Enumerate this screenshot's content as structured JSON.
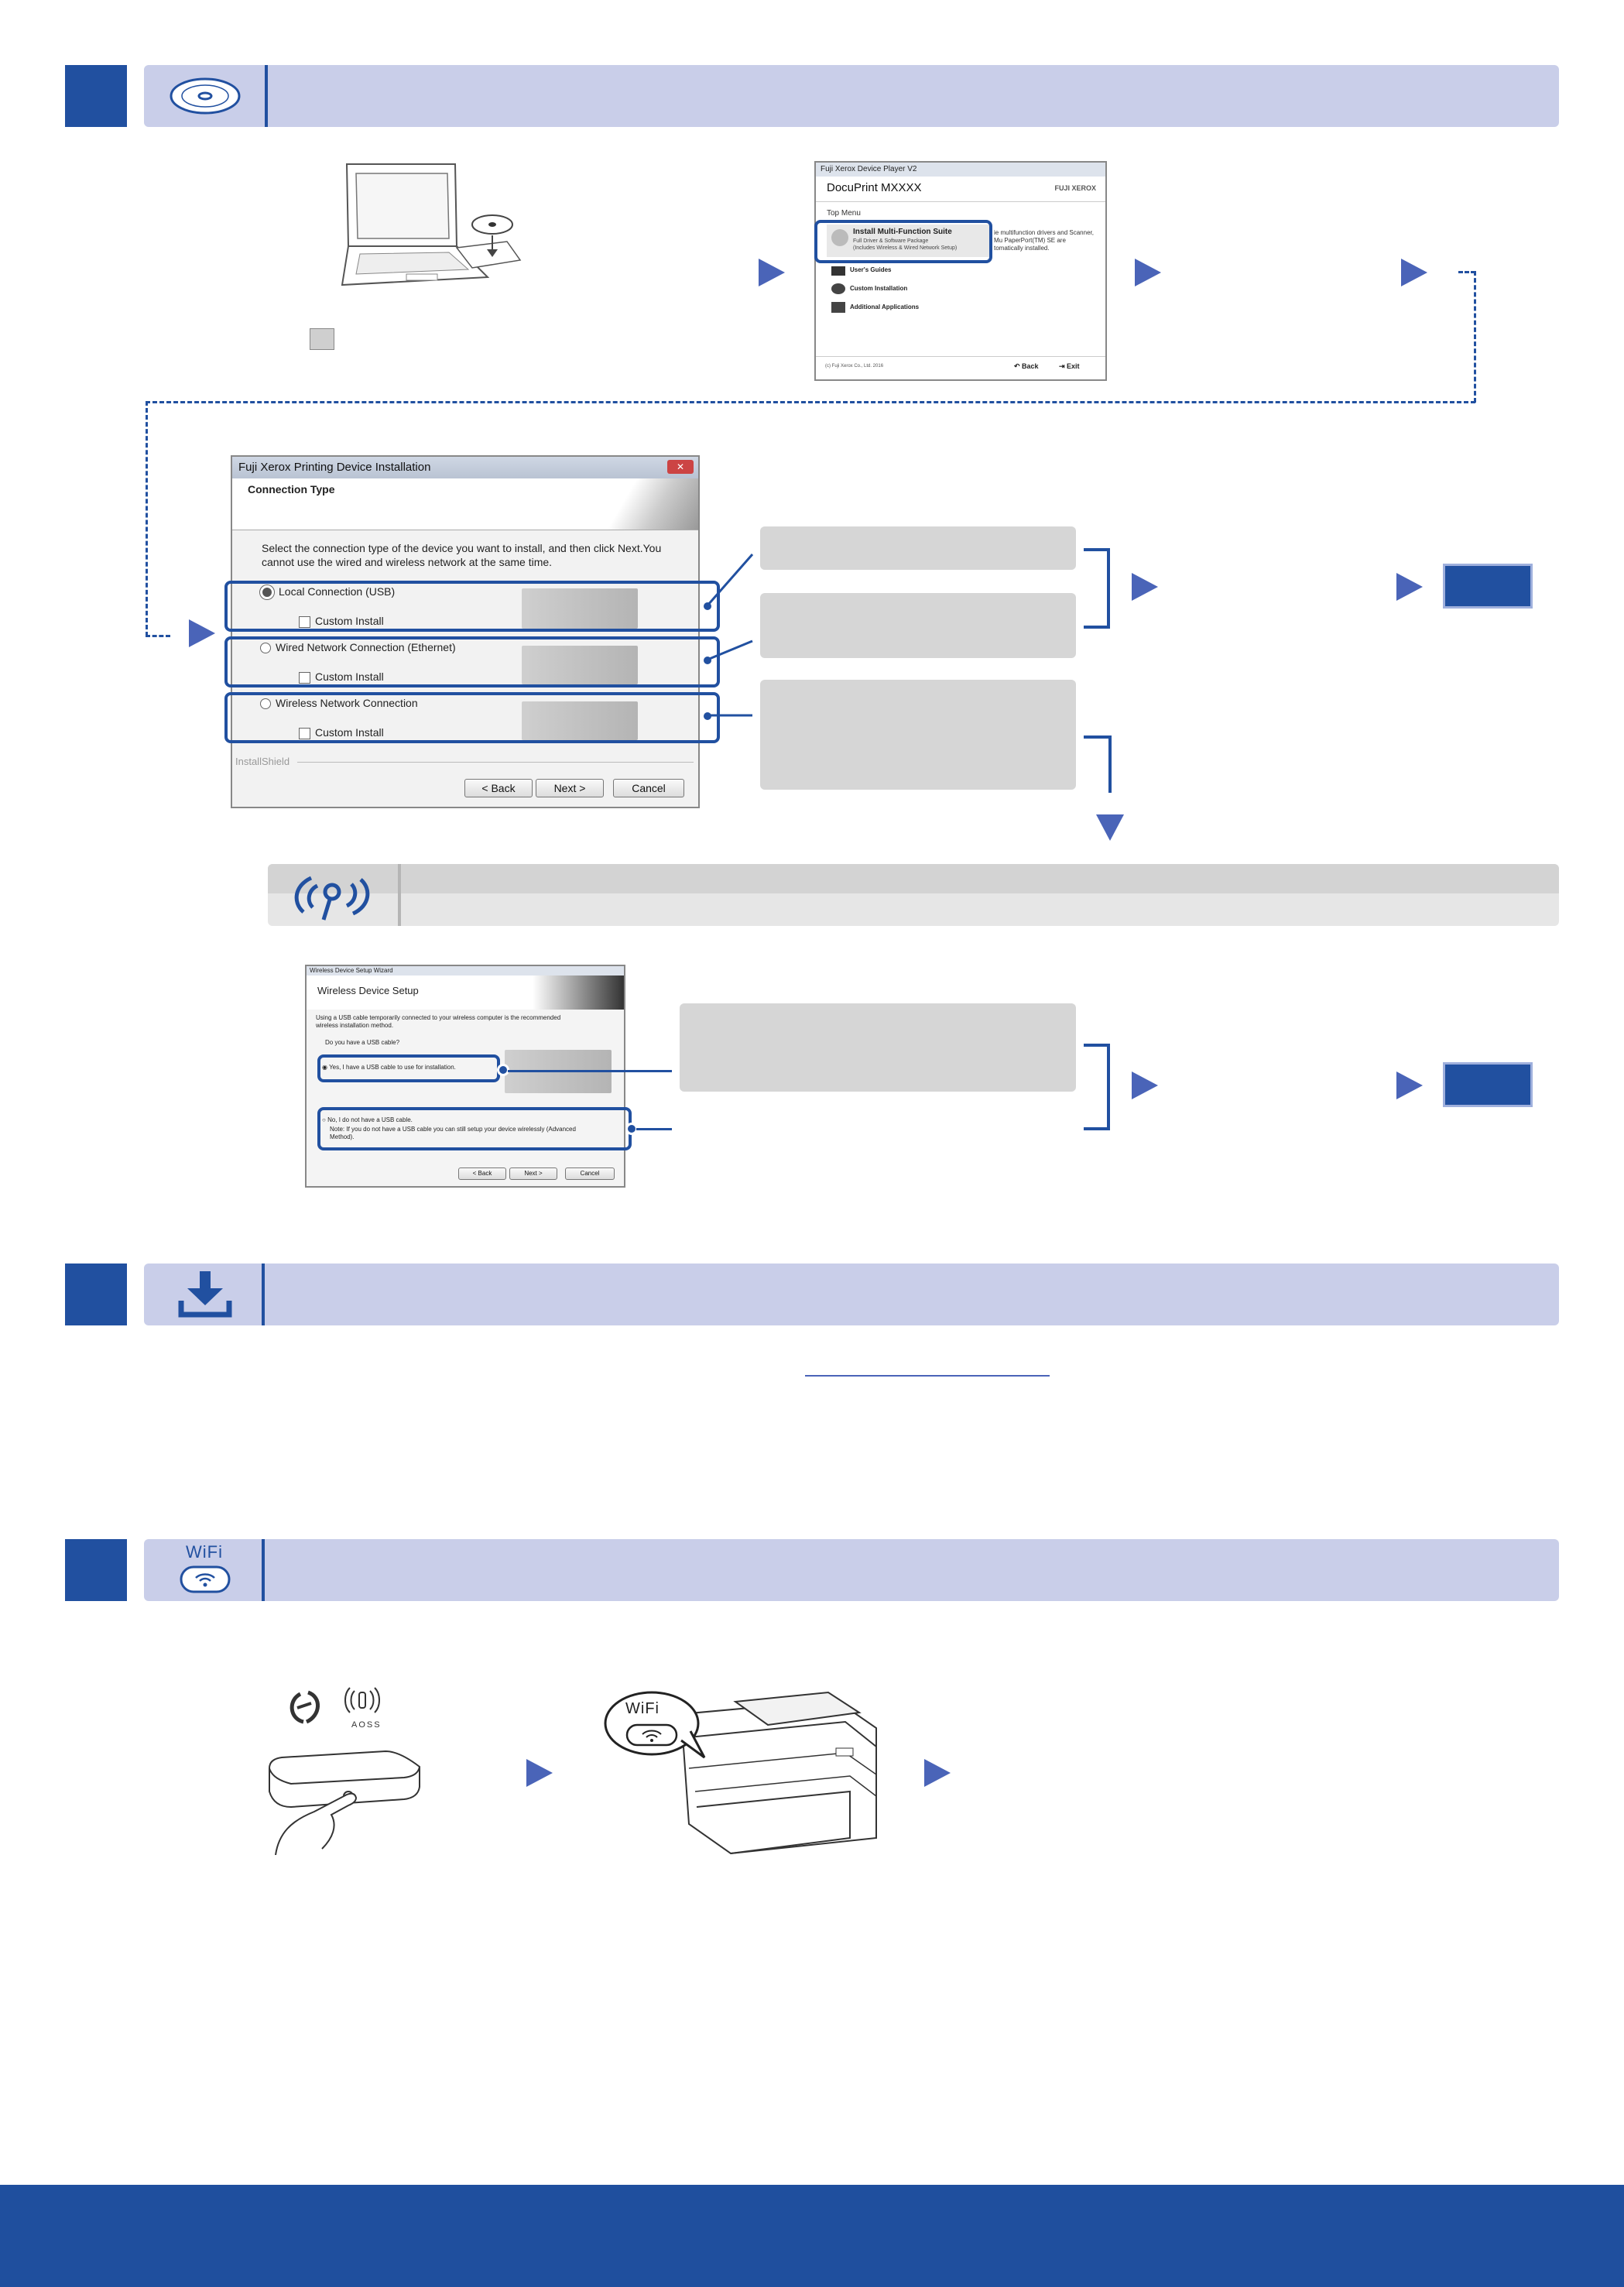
{
  "colors": {
    "accent": "#2150a0",
    "banner": "#c9cee9",
    "arrow": "#4a64b8",
    "placeholder": "#d6d6d6",
    "footer": "#1f4f9e"
  },
  "section1": {
    "icon": "cd-disc-icon"
  },
  "autorun": {
    "window_title": "Fuji Xerox Device Player V2",
    "product": "DocuPrint MXXXX",
    "brand": "FUJI XEROX",
    "top_menu": "Top Menu",
    "install_title": "Install Multi-Function Suite",
    "install_sub1": "Full Driver & Software Package",
    "install_sub2": "(Includes Wireless & Wired Network Setup)",
    "menu_users_guides": "User's Guides",
    "menu_custom": "Custom Installation",
    "menu_additional": "Additional Applications",
    "desc1": "ie multifunction drivers and Scanner,",
    "desc2": "Mu PaperPort(TM) SE are",
    "desc3": "tomatically installed.",
    "copyright": "(c) Fuji Xerox Co., Ltd. 2016",
    "back": "Back",
    "exit": "Exit"
  },
  "connection": {
    "window_title": "Fuji Xerox Printing Device Installation",
    "header": "Connection Type",
    "instruction1": "Select the connection type of the device you want to install, and then click Next.You",
    "instruction2": "cannot use the wired and wireless network at the same time.",
    "options": [
      {
        "label": "Local Connection (USB)",
        "custom": "Custom Install"
      },
      {
        "label": "Wired Network Connection (Ethernet)",
        "custom": "Custom Install"
      },
      {
        "label": "Wireless Network Connection",
        "custom": "Custom Install"
      }
    ],
    "installshield": "InstallShield",
    "back": "< Back",
    "next": "Next >",
    "cancel": "Cancel"
  },
  "wireless": {
    "window_title": "Wireless Device Setup Wizard",
    "header": "Wireless Device Setup",
    "intro1": "Using a USB cable temporarily connected to your wireless computer is the recommended",
    "intro2": "wireless installation method.",
    "question": "Do you have a USB cable?",
    "opt_yes": "Yes, I have a USB cable to use for installation.",
    "opt_no": "No, I do not have a USB cable.",
    "note1": "Note: If you do not have a USB cable you can still setup your device wirelessly (Advanced",
    "note2": "Method).",
    "back": "< Back",
    "next": "Next >",
    "cancel": "Cancel"
  },
  "section2": {
    "icon": "download-icon"
  },
  "section3": {
    "icon_label": "WiFi",
    "icon": "wifi-icon"
  },
  "router": {
    "aoss_label": "AOSS"
  },
  "printer": {
    "bubble_label": "WiFi"
  }
}
